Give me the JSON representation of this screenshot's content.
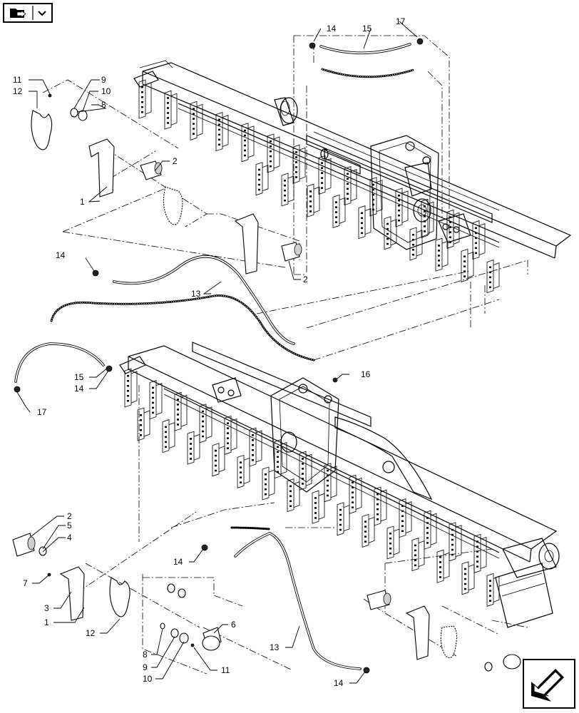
{
  "icons": {
    "top_left": "folder-arrow-icon",
    "bottom_right": "page-navigation-arrow-icon"
  },
  "callouts": {
    "c1": "1",
    "c2": "2",
    "c3": "2",
    "c4": "8",
    "c5": "9",
    "c6": "10",
    "c7": "11",
    "c8": "12",
    "c9": "13",
    "c10": "14",
    "c11": "14",
    "c12": "15",
    "c13": "17",
    "c14": "16",
    "c15": "15",
    "c16": "14",
    "c17": "17",
    "c18": "13",
    "c19": "14",
    "c20": "14",
    "c21": "2",
    "c22": "5",
    "c23": "4",
    "c24": "7",
    "c25": "3",
    "c26": "1",
    "c27": "12",
    "c28": "8",
    "c29": "9",
    "c30": "10",
    "c31": "11",
    "c32": "6"
  }
}
